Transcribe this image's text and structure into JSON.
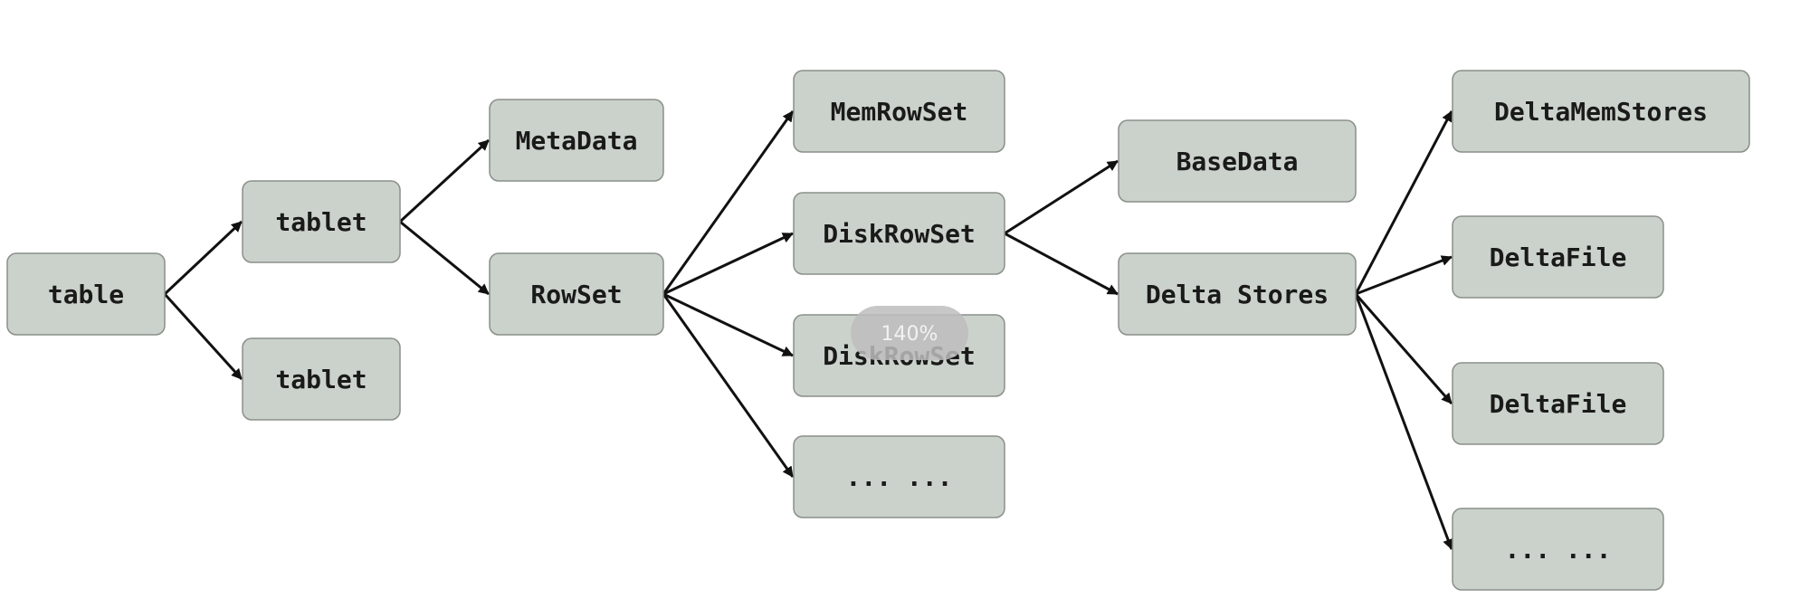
{
  "nodes": [
    {
      "id": "table",
      "label": "table"
    },
    {
      "id": "tablet-1",
      "label": "tablet"
    },
    {
      "id": "tablet-2",
      "label": "tablet"
    },
    {
      "id": "metadata",
      "label": "MetaData"
    },
    {
      "id": "rowset",
      "label": "RowSet"
    },
    {
      "id": "memrowset",
      "label": "MemRowSet"
    },
    {
      "id": "diskrowset-1",
      "label": "DiskRowSet"
    },
    {
      "id": "diskrowset-2",
      "label": "DiskRowSet"
    },
    {
      "id": "rowset-more",
      "label": "... ..."
    },
    {
      "id": "basedata",
      "label": "BaseData"
    },
    {
      "id": "delta-stores",
      "label": "Delta Stores"
    },
    {
      "id": "deltamemstores",
      "label": "DeltaMemStores"
    },
    {
      "id": "deltafile-1",
      "label": "DeltaFile"
    },
    {
      "id": "deltafile-2",
      "label": "DeltaFile"
    },
    {
      "id": "delta-more",
      "label": "... ..."
    }
  ],
  "edges": [
    {
      "from": "table",
      "to": "tablet-1"
    },
    {
      "from": "table",
      "to": "tablet-2"
    },
    {
      "from": "tablet-1",
      "to": "metadata"
    },
    {
      "from": "tablet-1",
      "to": "rowset"
    },
    {
      "from": "rowset",
      "to": "memrowset"
    },
    {
      "from": "rowset",
      "to": "diskrowset-1"
    },
    {
      "from": "rowset",
      "to": "diskrowset-2"
    },
    {
      "from": "rowset",
      "to": "rowset-more"
    },
    {
      "from": "diskrowset-1",
      "to": "basedata"
    },
    {
      "from": "diskrowset-1",
      "to": "delta-stores"
    },
    {
      "from": "delta-stores",
      "to": "deltamemstores"
    },
    {
      "from": "delta-stores",
      "to": "deltafile-1"
    },
    {
      "from": "delta-stores",
      "to": "deltafile-2"
    },
    {
      "from": "delta-stores",
      "to": "delta-more"
    }
  ],
  "overlay": {
    "zoom_level": "140%"
  },
  "colors": {
    "node_fill": "#cbd2cb",
    "node_stroke": "#8a8f8a",
    "edge": "#111111"
  }
}
